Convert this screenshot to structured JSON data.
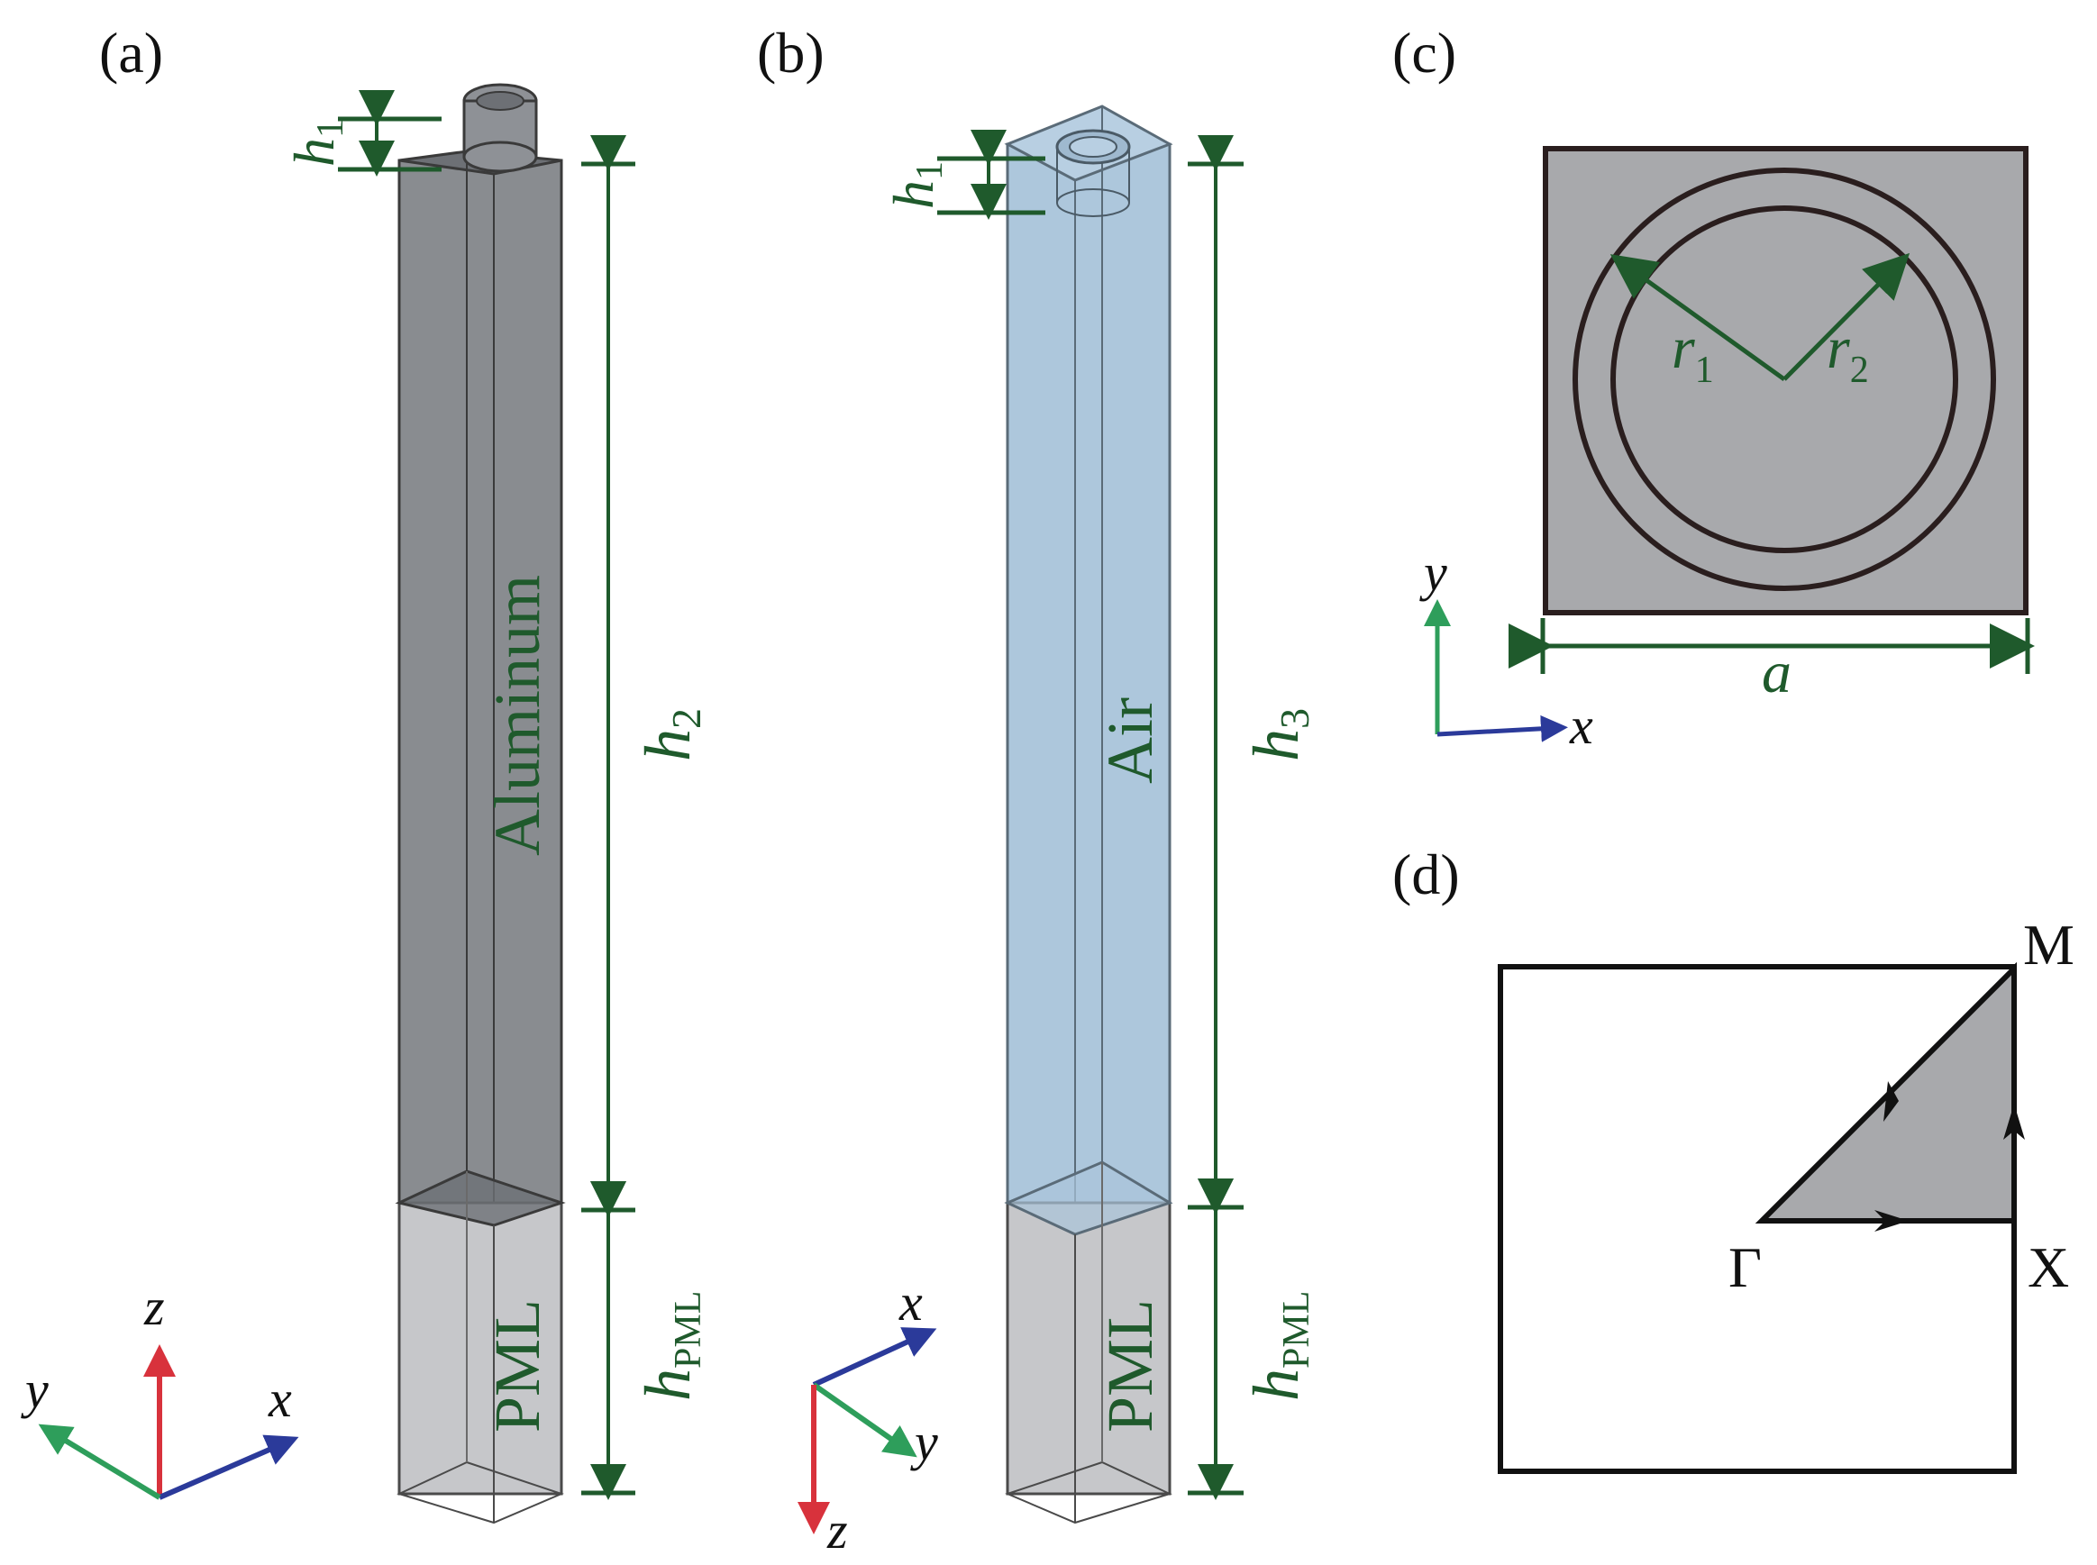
{
  "panels": {
    "a": {
      "label": "(a)",
      "material": "Aluminum",
      "pml": "PML",
      "dims": {
        "h1": "h",
        "h1_sub": "1",
        "h2": "h",
        "h2_sub": "2",
        "hpml": "h",
        "hpml_sub": "PML"
      },
      "axes": {
        "x": "x",
        "y": "y",
        "z": "z"
      }
    },
    "b": {
      "label": "(b)",
      "material": "Air",
      "pml": "PML",
      "dims": {
        "h1": "h",
        "h1_sub": "1",
        "h3": "h",
        "h3_sub": "3",
        "hpml": "h",
        "hpml_sub": "PML"
      },
      "axes": {
        "x": "x",
        "y": "y",
        "z": "z"
      }
    },
    "c": {
      "label": "(c)",
      "r1": "r",
      "r1_sub": "1",
      "r2": "r",
      "r2_sub": "2",
      "a": "a",
      "axes": {
        "x": "x",
        "y": "y"
      }
    },
    "d": {
      "label": "(d)",
      "points": {
        "gamma": "Γ",
        "x": "X",
        "m": "M"
      }
    }
  },
  "colors": {
    "dim_green": "#1f5a2c",
    "aluminum": "#7c7f84",
    "air": "#a9c4da",
    "pml": "#c6c7ca",
    "cell_gray": "#a8a9ac",
    "axis_x": "#2b3a9a",
    "axis_y": "#2e9e5b",
    "axis_z": "#d8323c"
  }
}
